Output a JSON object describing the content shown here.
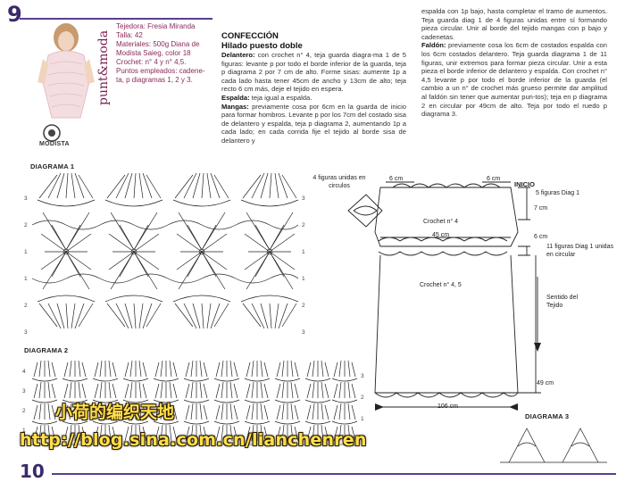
{
  "header": {
    "page_number": "9",
    "brand": "punt&moda",
    "logo": "MODISTA"
  },
  "materials": {
    "lines": [
      "Tejedora: Fresia Miranda",
      "Talla: 42",
      "Materiales: 500g Diana de",
      "Modista Saieg, color 18",
      "Crochet: n° 4 y n° 4,5.",
      "Puntos empleados: cadene-",
      "ta, p diagramas 1, 2 y 3."
    ]
  },
  "confeccion": {
    "title": "CONFECCIÓN",
    "subtitle": "Hilado puesto doble",
    "p1_label": "Delantero:",
    "p1": "con crochet n° 4, teja guarda diagra-ma 1 de 5 figuras: levante p por todo el borde inferior de la guarda, teja p diagrama 2 por 7 cm de alto. Forme sisas: aumente 1p a cada lado hasta tener 45cm de ancho y 13cm de alto; teja recto 6 cm más, deje el tejido en espera.",
    "p2_label": "Espalda:",
    "p2": "teja igual a espalda.",
    "p3_label": "Mangas:",
    "p3": "previamente cosa por 6cm en la guarda de inicio para formar hombros. Levante p por los 7cm del costado sisa de delantero y espalda, teja p diagrama 2, aumentando 1p a cada lado; en cada corrida fije el tejido al borde sisa de delantero y",
    "col2_a": "espalda con 1p bajo, hasta completar el tramo de aumentos. Teja guarda diag 1 de 4 figuras unidas entre sí formando pieza circular. Unir al borde del tejido mangas con p bajo y cadenetas.",
    "p4_label": "Faldón:",
    "p4": "previamente cosa los 6cm de costados espalda con los 6cm costados delantero. Teja guarda diagrama 1 de 11 figuras, unir extremos para formar pieza circular. Unir a esta pieza el borde inferior de delantero y espalda. Con crochet n° 4,5 levante p por todo el borde inferior de la guarda (el cambio a un n° de crochet más grueso permite dar amplitud al faldón sin tener que aumentar pun-tos); teja en p diagrama 2 en circular por 49cm de alto. Teja por todo el ruedo p diagrama 3."
  },
  "diagrams": {
    "d1_title": "DIAGRAMA 1",
    "d2_title": "DIAGRAMA 2",
    "d3_title": "DIAGRAMA 3",
    "d1_rows_left": [
      "3",
      "2",
      "1",
      "1",
      "2",
      "3"
    ],
    "d1_rows_right": [
      "3",
      "2",
      "1",
      "1",
      "2",
      "3"
    ],
    "d2_rows_left": [
      "4",
      "3",
      "2",
      "1"
    ],
    "d2_rows_right": [
      "3",
      "2",
      "1"
    ]
  },
  "schematic": {
    "sleeve_note": "4 figuras unidas en circulos",
    "top_left_cm": "6 cm",
    "top_right_cm": "6 cm",
    "inicio": "INICIO",
    "fig5": "5 figuras Diag 1",
    "side7": "7 cm",
    "bodice": "Crochet n° 4",
    "width45": "45 cm",
    "side6": "6 cm",
    "fig11": "11 figuras Diag 1 unidas en circular",
    "skirt": "Crochet n° 4, 5",
    "sentido": "Sentido del Tejido",
    "side49": "49 cm",
    "hem106": "106 cm"
  },
  "watermark": {
    "line1": "小荷的编织天地",
    "line2": "http://blog.sina.com.cn/lianchenren"
  },
  "footer": {
    "next_page": "10"
  },
  "colors": {
    "accent": "#5a3f8c",
    "material_text": "#8a2a5a",
    "watermark": "#ffe04a"
  }
}
